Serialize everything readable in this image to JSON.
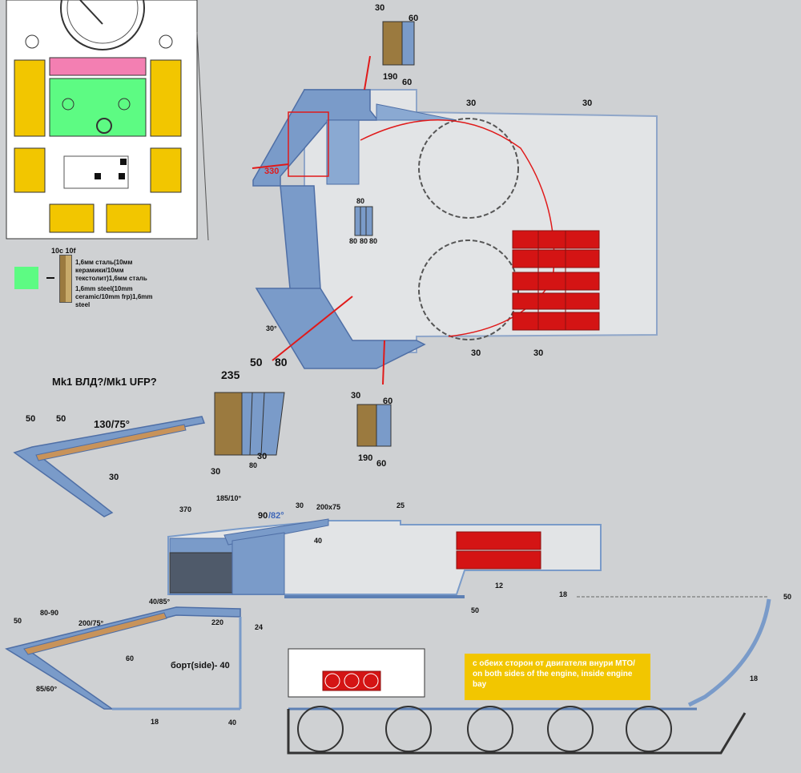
{
  "legend": {
    "codes": "10с 10f",
    "ru": "1,6мм сталь(10мм керамики/10мм текстолит)1,6мм сталь",
    "en": "1,6mm steel(10mm ceramic/10mm frp)1,6mm steel"
  },
  "turret_top": {
    "box_top": {
      "l1": "30",
      "l2": "60",
      "l3": "190",
      "l4": "60"
    },
    "box_inner": {
      "a": "80",
      "b": "80",
      "c": "80",
      "d": "80"
    },
    "box_bottom": {
      "l1": "30",
      "l2": "60",
      "l3": "190",
      "l4": "60"
    },
    "front_stack": {
      "a": "235",
      "b": "50",
      "c": "80",
      "d": "30",
      "e": "80",
      "f": "30"
    },
    "right_30a": "30",
    "right_30b": "30",
    "bottom_30a": "30",
    "bottom_30b": "30",
    "angle_330": "330",
    "angle_30": "30°"
  },
  "ufp": {
    "title": "Mk1 ВЛД?/Mk1 UFP?",
    "a": "50",
    "b": "50",
    "c": "130/75°",
    "d": "30"
  },
  "hull_side": {
    "top_370": "370",
    "top_185": "185/10°",
    "top_90": "90",
    "top_82": "/82°",
    "top_30": "30",
    "top_200x75": "200x75",
    "top_25": "25",
    "inner_40": "40",
    "right_12": "12",
    "mid_50": "50",
    "rear_18a": "18",
    "rear_50": "50",
    "rear_18b": "18",
    "lower_40_85": "40/85°",
    "lower_220": "220",
    "lower_24": "24",
    "lfp_50": "50",
    "lfp_80_90": "80-90",
    "lfp_200": "200/75°",
    "lfp_60": "60",
    "lfp_85": "85/60°",
    "side": "борт(side)- 40",
    "bottom_18": "18",
    "bottom_40": "40"
  },
  "note": {
    "ru": "с обеих сторон от двигателя внури МТО/ on both sides of the engine, inside engine bay"
  },
  "colors": {
    "armor_blue": "#7a9bc9",
    "armor_blue_dark": "#5d80b4",
    "ceramic_brown": "#9b7a3f",
    "ammo_red": "#d41414",
    "highlight_yellow": "#f2c600",
    "highlight_green": "#5dfb83",
    "highlight_pink": "#f37fb2"
  }
}
